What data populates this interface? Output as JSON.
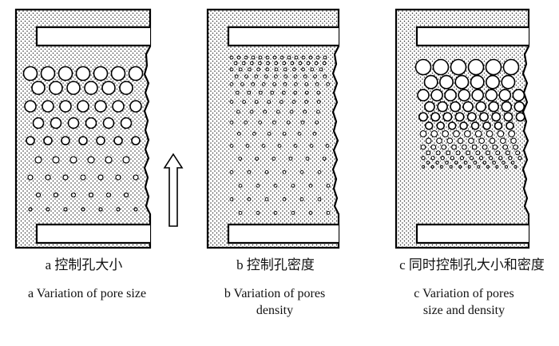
{
  "arrow": {
    "direction": "up"
  },
  "panels": [
    {
      "id": "a",
      "caption_zh": "a 控制孔大小",
      "caption_en": "a  Variation of pore size"
    },
    {
      "id": "b",
      "caption_zh": "b 控制孔密度",
      "caption_en": "b  Variation of pores\ndensity"
    },
    {
      "id": "c",
      "caption_zh": "c 同时控制孔大小和密度",
      "caption_en": "c  Variation of pores\nsize and density"
    }
  ]
}
